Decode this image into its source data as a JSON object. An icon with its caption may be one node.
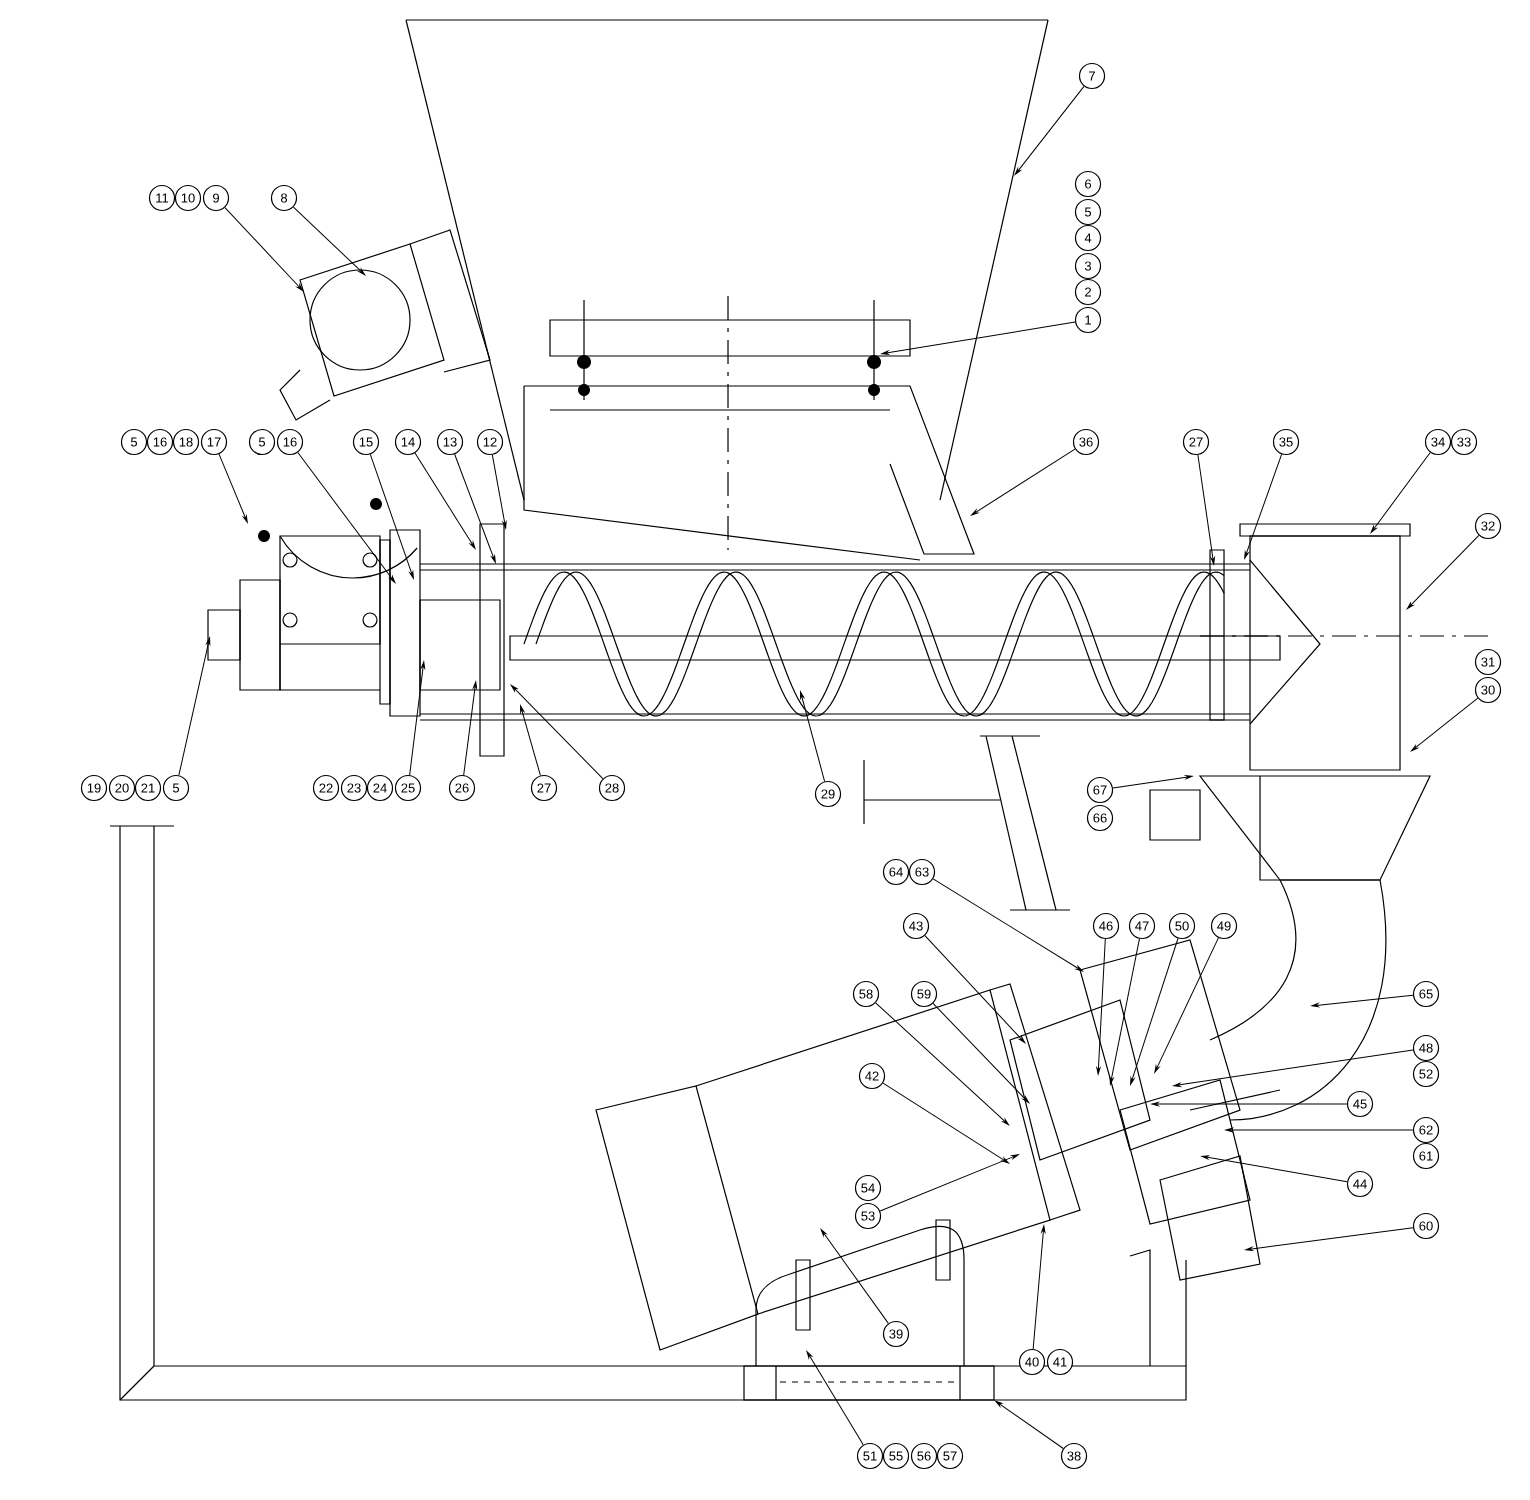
{
  "diagram": {
    "nodes": [
      {
        "text": [
          "7"
        ]
      },
      {
        "text": [
          "6"
        ]
      },
      {
        "text": [
          "5"
        ]
      },
      {
        "text": [
          "4"
        ]
      },
      {
        "text": [
          "3"
        ]
      },
      {
        "text": [
          "2"
        ]
      },
      {
        "text": [
          "1"
        ]
      },
      {
        "text": [
          "11"
        ]
      },
      {
        "text": [
          "10"
        ]
      },
      {
        "text": [
          "9"
        ]
      },
      {
        "text": [
          "8"
        ]
      },
      {
        "text": [
          "5"
        ]
      },
      {
        "text": [
          "16"
        ]
      },
      {
        "text": [
          "18"
        ]
      },
      {
        "text": [
          "17"
        ]
      },
      {
        "text": [
          "5"
        ]
      },
      {
        "text": [
          "16"
        ]
      },
      {
        "text": [
          "15"
        ]
      },
      {
        "text": [
          "14"
        ]
      },
      {
        "text": [
          "13"
        ]
      },
      {
        "text": [
          "12"
        ]
      },
      {
        "text": [
          "36"
        ]
      },
      {
        "text": [
          "27"
        ]
      },
      {
        "text": [
          "35"
        ]
      },
      {
        "text": [
          "34"
        ]
      },
      {
        "text": [
          "33"
        ]
      },
      {
        "text": [
          "32"
        ]
      },
      {
        "text": [
          "31"
        ]
      },
      {
        "text": [
          "30"
        ]
      },
      {
        "text": [
          "19"
        ]
      },
      {
        "text": [
          "20"
        ]
      },
      {
        "text": [
          "21"
        ]
      },
      {
        "text": [
          "5"
        ]
      },
      {
        "text": [
          "22"
        ]
      },
      {
        "text": [
          "23"
        ]
      },
      {
        "text": [
          "24"
        ]
      },
      {
        "text": [
          "25"
        ]
      },
      {
        "text": [
          "26"
        ]
      },
      {
        "text": [
          "27"
        ]
      },
      {
        "text": [
          "28"
        ]
      },
      {
        "text": [
          "29"
        ]
      },
      {
        "text": [
          "67"
        ]
      },
      {
        "text": [
          "66"
        ]
      },
      {
        "text": [
          "64"
        ]
      },
      {
        "text": [
          "63"
        ]
      },
      {
        "text": [
          "43"
        ]
      },
      {
        "text": [
          "46"
        ]
      },
      {
        "text": [
          "47"
        ]
      },
      {
        "text": [
          "50"
        ]
      },
      {
        "text": [
          "49"
        ]
      },
      {
        "text": [
          "58"
        ]
      },
      {
        "text": [
          "59"
        ]
      },
      {
        "text": [
          "65"
        ]
      },
      {
        "text": [
          "48"
        ]
      },
      {
        "text": [
          "52"
        ]
      },
      {
        "text": [
          "42"
        ]
      },
      {
        "text": [
          "45"
        ]
      },
      {
        "text": [
          "62"
        ]
      },
      {
        "text": [
          "61"
        ]
      },
      {
        "text": [
          "44"
        ]
      },
      {
        "text": [
          "54"
        ]
      },
      {
        "text": [
          "53"
        ]
      },
      {
        "text": [
          "60"
        ]
      },
      {
        "text": [
          "39"
        ]
      },
      {
        "text": [
          "40"
        ]
      },
      {
        "text": [
          "41"
        ]
      },
      {
        "text": [
          "51"
        ]
      },
      {
        "text": [
          "55"
        ]
      },
      {
        "text": [
          "56"
        ]
      },
      {
        "text": [
          "57"
        ]
      },
      {
        "text": [
          "38"
        ]
      }
    ],
    "edges": [
      {
        "from": 0,
        "to": null,
        "arrow": "to"
      },
      {
        "from": 6,
        "to": null,
        "arrow": "to"
      },
      {
        "from": 9,
        "to": null,
        "arrow": "to"
      },
      {
        "from": 10,
        "to": null,
        "arrow": "to"
      },
      {
        "from": 14,
        "to": null,
        "arrow": "to"
      },
      {
        "from": 16,
        "to": null,
        "arrow": "to"
      },
      {
        "from": 17,
        "to": null,
        "arrow": "to"
      },
      {
        "from": 18,
        "to": null,
        "arrow": "to"
      },
      {
        "from": 19,
        "to": null,
        "arrow": "to"
      },
      {
        "from": 20,
        "to": null,
        "arrow": "to"
      },
      {
        "from": 21,
        "to": null,
        "arrow": "to"
      },
      {
        "from": 22,
        "to": null,
        "arrow": "to"
      },
      {
        "from": 23,
        "to": null,
        "arrow": "to"
      },
      {
        "from": 24,
        "to": null,
        "arrow": "to"
      },
      {
        "from": 26,
        "to": null,
        "arrow": "to"
      },
      {
        "from": 28,
        "to": null,
        "arrow": "to"
      },
      {
        "from": 32,
        "to": null,
        "arrow": "to"
      },
      {
        "from": 36,
        "to": null,
        "arrow": "to"
      },
      {
        "from": 37,
        "to": null,
        "arrow": "to"
      },
      {
        "from": 38,
        "to": null,
        "arrow": "to"
      },
      {
        "from": 39,
        "to": null,
        "arrow": "to"
      },
      {
        "from": 40,
        "to": null,
        "arrow": "to"
      },
      {
        "from": 41,
        "to": null,
        "arrow": "to"
      },
      {
        "from": 44,
        "to": null,
        "arrow": "to"
      },
      {
        "from": 45,
        "to": null,
        "arrow": "to"
      },
      {
        "from": 46,
        "to": null,
        "arrow": "to"
      },
      {
        "from": 47,
        "to": null,
        "arrow": "to"
      },
      {
        "from": 48,
        "to": null,
        "arrow": "to"
      },
      {
        "from": 49,
        "to": null,
        "arrow": "to"
      },
      {
        "from": 50,
        "to": null,
        "arrow": "to"
      },
      {
        "from": 51,
        "to": null,
        "arrow": "to"
      },
      {
        "from": 52,
        "to": null,
        "arrow": "to"
      },
      {
        "from": 53,
        "to": null,
        "arrow": "to"
      },
      {
        "from": 55,
        "to": null,
        "arrow": "to"
      },
      {
        "from": 56,
        "to": null,
        "arrow": "to"
      },
      {
        "from": 57,
        "to": null,
        "arrow": "to"
      },
      {
        "from": 59,
        "to": null,
        "arrow": "to"
      },
      {
        "from": 61,
        "to": null,
        "arrow": "to"
      },
      {
        "from": 62,
        "to": null,
        "arrow": "to"
      },
      {
        "from": 63,
        "to": null,
        "arrow": "to"
      },
      {
        "from": 64,
        "to": null,
        "arrow": "to"
      },
      {
        "from": 66,
        "to": null,
        "arrow": "to"
      },
      {
        "from": 70,
        "to": null,
        "arrow": "to"
      }
    ]
  }
}
